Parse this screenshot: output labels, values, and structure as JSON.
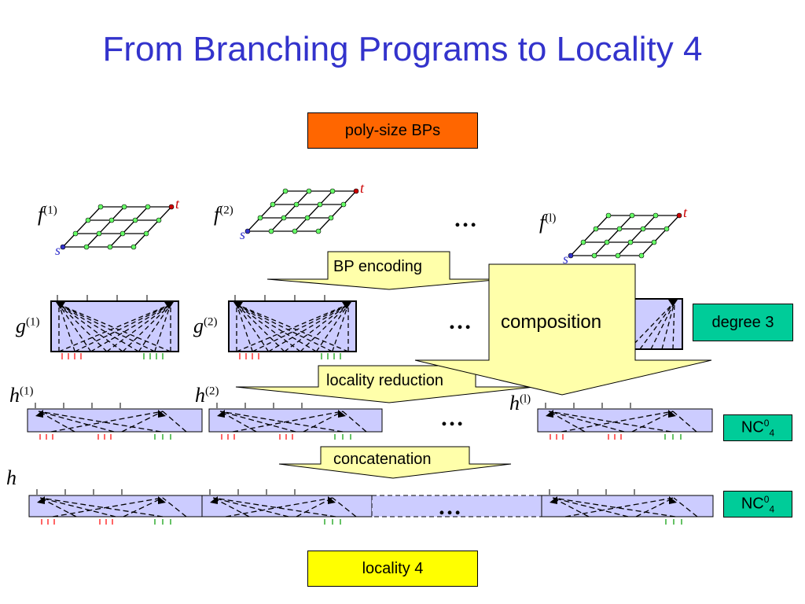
{
  "slide": {
    "title": "From Branching Programs to Locality 4",
    "boxes": {
      "poly_bps": "poly-size BPs",
      "degree3": "degree 3",
      "nc_base": "NC",
      "nc_sup": "0",
      "nc_sub": "4",
      "locality4": "locality 4"
    },
    "arrows": {
      "bp_encoding": "BP encoding",
      "composition": "composition",
      "locality_reduction": "locality reduction",
      "concatenation": "concatenation"
    },
    "labels": {
      "f": "f",
      "g": "g",
      "h": "h",
      "idx1": "(1)",
      "idx2": "(2)",
      "idxl": "(l)",
      "s": "s",
      "t": "t",
      "ellipsis": "…"
    },
    "colors": {
      "title": "#3333cc",
      "poly_box": "#ff6600",
      "teal_box": "#00cc99",
      "yellow_box": "#ffff00",
      "arrow_fill": "#ffffaa",
      "bar_fill": "#ccccff",
      "red_tick": "#ff0000",
      "green_tick": "#009900",
      "node_green": "#66ff66"
    }
  }
}
